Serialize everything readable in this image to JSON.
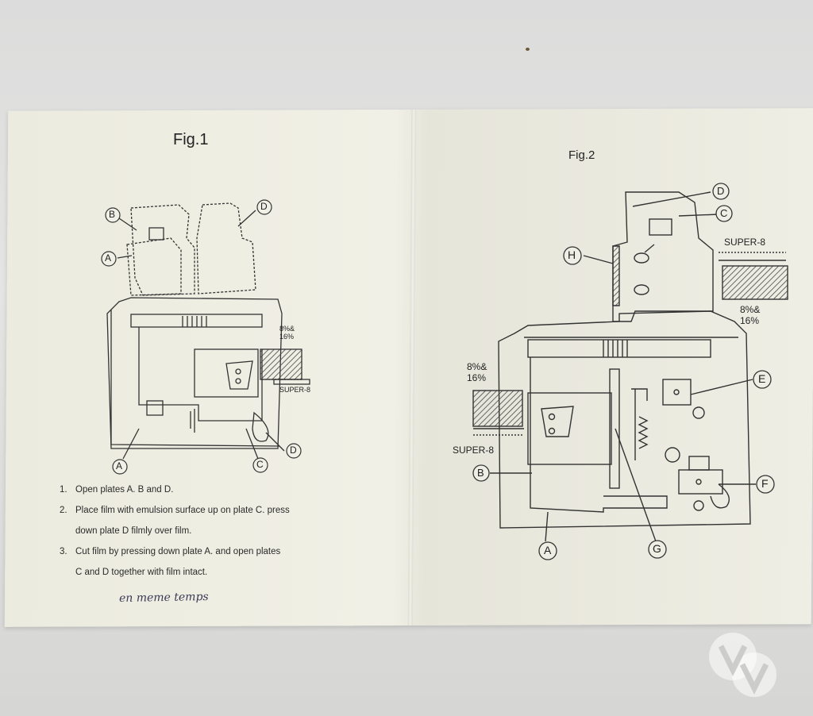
{
  "figure1": {
    "title": "Fig.1",
    "labels": {
      "b": "B",
      "a_top": "A",
      "d_top": "D",
      "a_bottom": "A",
      "c_bottom": "C",
      "d_bottom": "D"
    },
    "film_label_8_16": "8%&\n16%",
    "film_label_super8": "SUPER-8"
  },
  "figure2": {
    "title": "Fig.2",
    "labels": {
      "d": "D",
      "c": "C",
      "h": "H",
      "e": "E",
      "b": "B",
      "f": "F",
      "a": "A",
      "g": "G"
    },
    "right_film_super8": "SUPER-8",
    "right_film_size": "8%&\n16%",
    "left_film_size": "8%&\n16%",
    "left_film_super8": "SUPER-8"
  },
  "instructions": [
    {
      "num": "1.",
      "text": "Open plates A. B and D."
    },
    {
      "num": "2.",
      "text": "Place film with emulsion surface up on plate C. press",
      "line2": "down plate D filmly over film."
    },
    {
      "num": "3.",
      "text": "Cut film by pressing down plate A. and open plates",
      "line2": "C and D together with film intact."
    }
  ],
  "handwritten_note": "en meme temps"
}
